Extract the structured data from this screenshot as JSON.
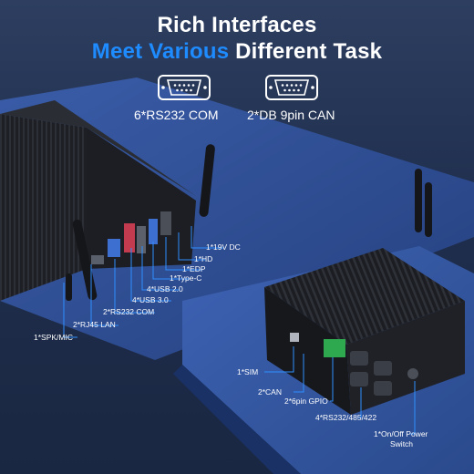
{
  "header": {
    "title_line1": "Rich Interfaces",
    "title_line2_accent": "Meet Various",
    "title_line2_rest": " Different Task"
  },
  "ports": [
    {
      "icon": "rs232-connector-icon",
      "label": "6*RS232 COM"
    },
    {
      "icon": "db9-connector-icon",
      "label": "2*DB 9pin CAN"
    }
  ],
  "left_labels": [
    "1*19V DC",
    "1*HD",
    "1*EDP",
    "1*Type-C",
    "4*USB 2.0",
    "4*USB 3.0",
    "2*RS232 COM",
    "2*RJ45 LAN",
    "1*SPK/MIC"
  ],
  "right_labels": [
    "1*SIM",
    "2*CAN",
    "2*6pin GPIO",
    "4*RS232/485/422",
    "1*On/Off Power",
    "Switch"
  ],
  "colors": {
    "accent": "#1e8bff",
    "background": "#1c2a44",
    "device": "#1a1c20",
    "callout": "#2f8fff"
  }
}
